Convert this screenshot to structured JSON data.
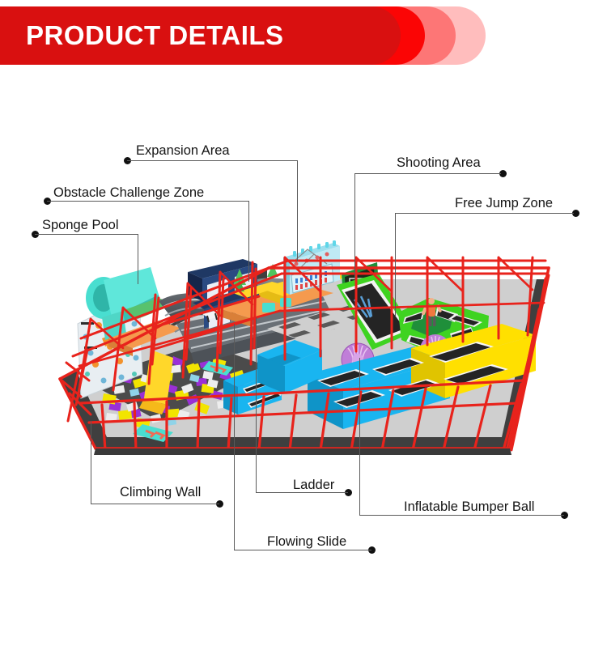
{
  "banner": {
    "title": "PRODUCT DETAILS",
    "colors": {
      "dark_red": "#d91010",
      "red": "#fb0505",
      "mid_pink": "#fd7676",
      "light_pink": "#ffbdbd",
      "title_color": "#ffffff"
    }
  },
  "callouts": [
    {
      "id": "expansion-area",
      "label": "Expansion Area",
      "side": "left"
    },
    {
      "id": "obstacle-challenge-zone",
      "label": "Obstacle Challenge Zone",
      "side": "left"
    },
    {
      "id": "sponge-pool",
      "label": "Sponge Pool",
      "side": "left"
    },
    {
      "id": "shooting-area",
      "label": "Shooting Area",
      "side": "right"
    },
    {
      "id": "free-jump-zone",
      "label": "Free Jump Zone",
      "side": "right"
    },
    {
      "id": "climbing-wall",
      "label": "Climbing Wall",
      "side": "bottom"
    },
    {
      "id": "ladder",
      "label": "Ladder",
      "side": "bottom"
    },
    {
      "id": "flowing-slide",
      "label": "Flowing Slide",
      "side": "bottom"
    },
    {
      "id": "inflatable-bumper-ball",
      "label": "Inflatable Bumper Ball",
      "side": "bottom"
    }
  ],
  "illustration": {
    "name": "indoor-trampoline-park-isometric-render",
    "colors": {
      "cage_red": "#e8231c",
      "cage_red_dark": "#c01510",
      "floor_dark": "#3a3a3a",
      "floor_light": "#d7d7d7",
      "trampoline_mat": "#242424",
      "pad_blue": "#19b5f0",
      "pad_yellow": "#ffe000",
      "pad_green": "#3fd321",
      "sponge_purple": "#9a2fd6",
      "sponge_yellow": "#f2e500",
      "sponge_white": "#eeeeee",
      "slide_teal": "#49ded0",
      "platform_orange": "#f59a4e",
      "platform_yellow": "#ffd72a",
      "navy_panel": "#1f3864",
      "bumper_ball": "#c07ed8",
      "expansion_lightblue": "#9ddfee"
    }
  }
}
